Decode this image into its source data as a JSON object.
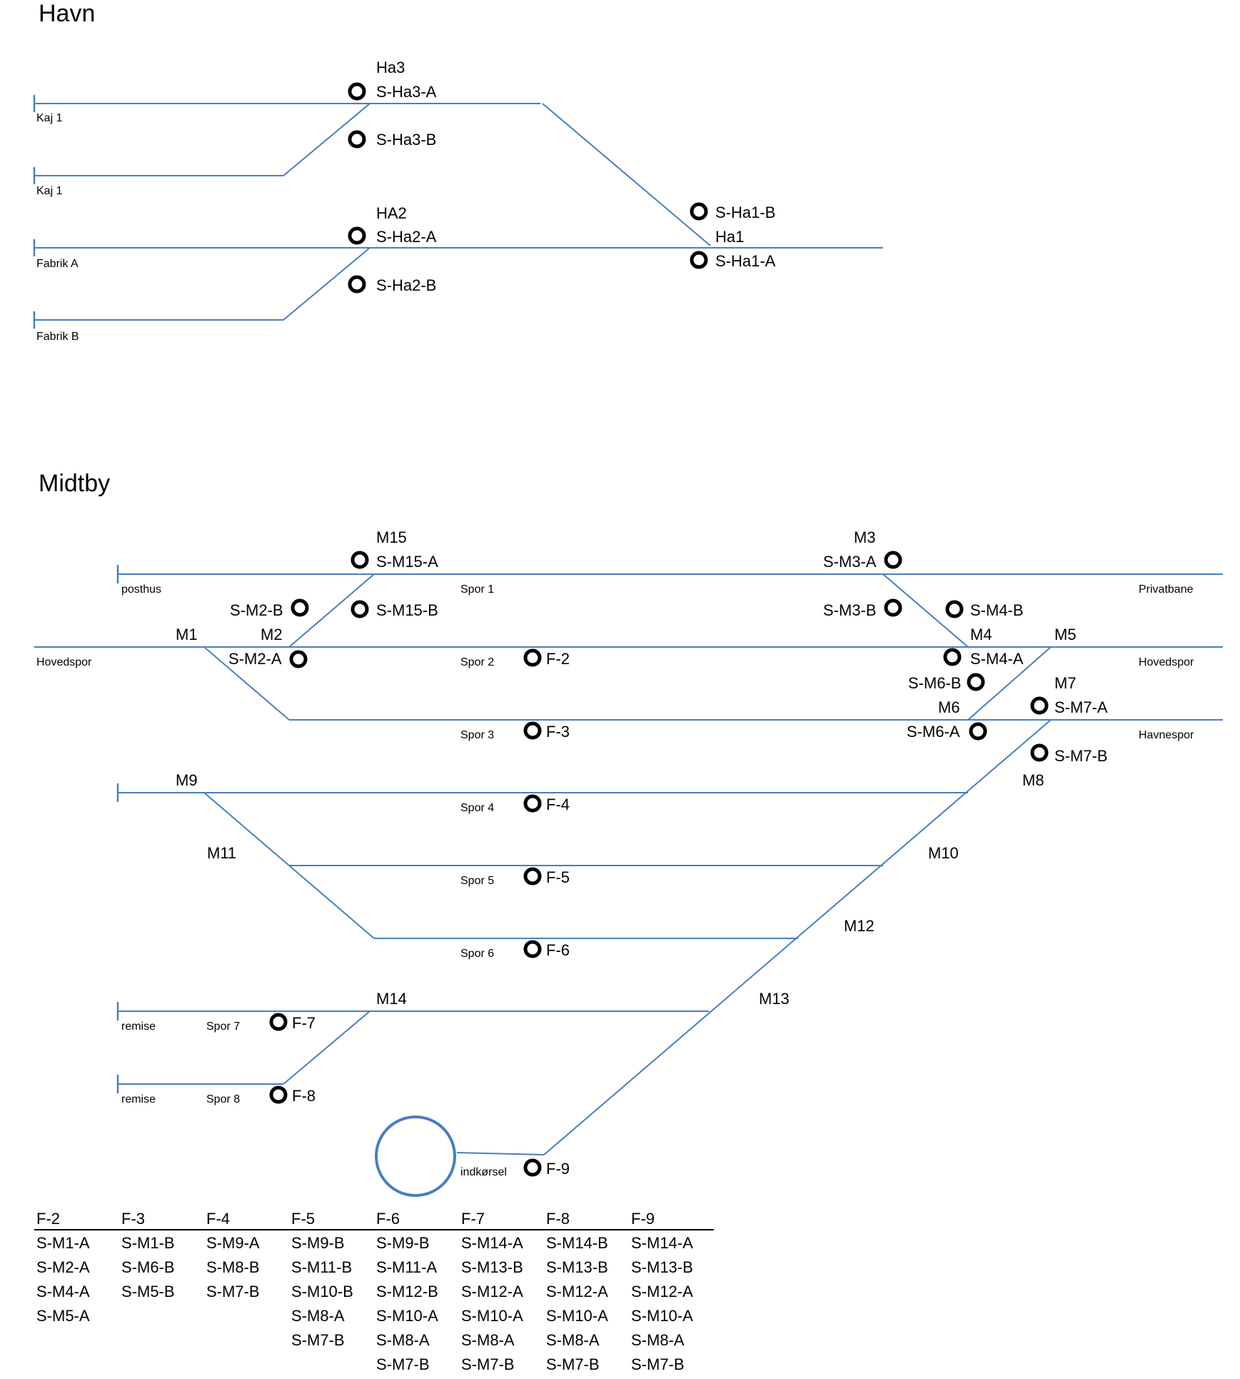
{
  "havn": {
    "title": "Havn",
    "labels": {
      "ha3": "Ha3",
      "s_ha3_a": "S-Ha3-A",
      "s_ha3_b": "S-Ha3-B",
      "ha2": "HA2",
      "s_ha2_a": "S-Ha2-A",
      "s_ha2_b": "S-Ha2-B",
      "s_ha1_b": "S-Ha1-B",
      "ha1": "Ha1",
      "s_ha1_a": "S-Ha1-A",
      "kaj1_top": "Kaj 1",
      "kaj1_bottom": "Kaj 1",
      "fabrik_a": "Fabrik A",
      "fabrik_b": "Fabrik B"
    }
  },
  "midtby": {
    "title": "Midtby",
    "labels": {
      "m15": "M15",
      "s_m15_a": "S-M15-A",
      "s_m15_b": "S-M15-B",
      "m3": "M3",
      "s_m3_a": "S-M3-A",
      "s_m3_b": "S-M3-B",
      "s_m4_b": "S-M4-B",
      "m4": "M4",
      "m5": "M5",
      "s_m4_a": "S-M4-A",
      "s_m6_b": "S-M6-B",
      "m7": "M7",
      "m6": "M6",
      "s_m7_a": "S-M7-A",
      "s_m6_a": "S-M6-A",
      "s_m7_b": "S-M7-B",
      "m8": "M8",
      "s_m2_b": "S-M2-B",
      "m1": "M1",
      "m2": "M2",
      "s_m2_a": "S-M2-A",
      "m9": "M9",
      "m11": "M11",
      "m10": "M10",
      "m12": "M12",
      "m13": "M13",
      "m14": "M14",
      "f2": "F-2",
      "f3": "F-3",
      "f4": "F-4",
      "f5": "F-5",
      "f6": "F-6",
      "f7": "F-7",
      "f8": "F-8",
      "f9": "F-9",
      "posthus": "posthus",
      "spor1": "Spor 1",
      "privatbane": "Privatbane",
      "hovedspor_left": "Hovedspor",
      "spor2": "Spor 2",
      "hovedspor_right": "Hovedspor",
      "spor3": "Spor 3",
      "havnespor": "Havnespor",
      "spor4": "Spor 4",
      "spor5": "Spor 5",
      "spor6": "Spor 6",
      "remise7": "remise",
      "spor7": "Spor 7",
      "remise8": "remise",
      "spor8": "Spor 8",
      "indkorsel": "indkørsel"
    }
  },
  "routes_table": {
    "columns": [
      {
        "header": "F-2",
        "signals": [
          "S-M1-A",
          "S-M2-A",
          "S-M4-A",
          "S-M5-A"
        ]
      },
      {
        "header": "F-3",
        "signals": [
          "S-M1-B",
          "S-M6-B",
          "S-M5-B"
        ]
      },
      {
        "header": "F-4",
        "signals": [
          "S-M9-A",
          "S-M8-B",
          "S-M7-B"
        ]
      },
      {
        "header": "F-5",
        "signals": [
          "S-M9-B",
          "S-M11-B",
          "S-M10-B",
          "S-M8-A",
          "S-M7-B"
        ]
      },
      {
        "header": "F-6",
        "signals": [
          "S-M9-B",
          "S-M11-A",
          "S-M12-B",
          "S-M10-A",
          "S-M8-A",
          "S-M7-B"
        ]
      },
      {
        "header": "F-7",
        "signals": [
          "S-M14-A",
          "S-M13-B",
          "S-M12-A",
          "S-M10-A",
          "S-M8-A",
          "S-M7-B"
        ]
      },
      {
        "header": "F-8",
        "signals": [
          "S-M14-B",
          "S-M13-B",
          "S-M12-A",
          "S-M10-A",
          "S-M8-A",
          "S-M7-B"
        ]
      },
      {
        "header": "F-9",
        "signals": [
          "S-M14-A",
          "S-M13-B",
          "S-M12-A",
          "S-M10-A",
          "S-M8-A",
          "S-M7-B"
        ]
      }
    ]
  }
}
